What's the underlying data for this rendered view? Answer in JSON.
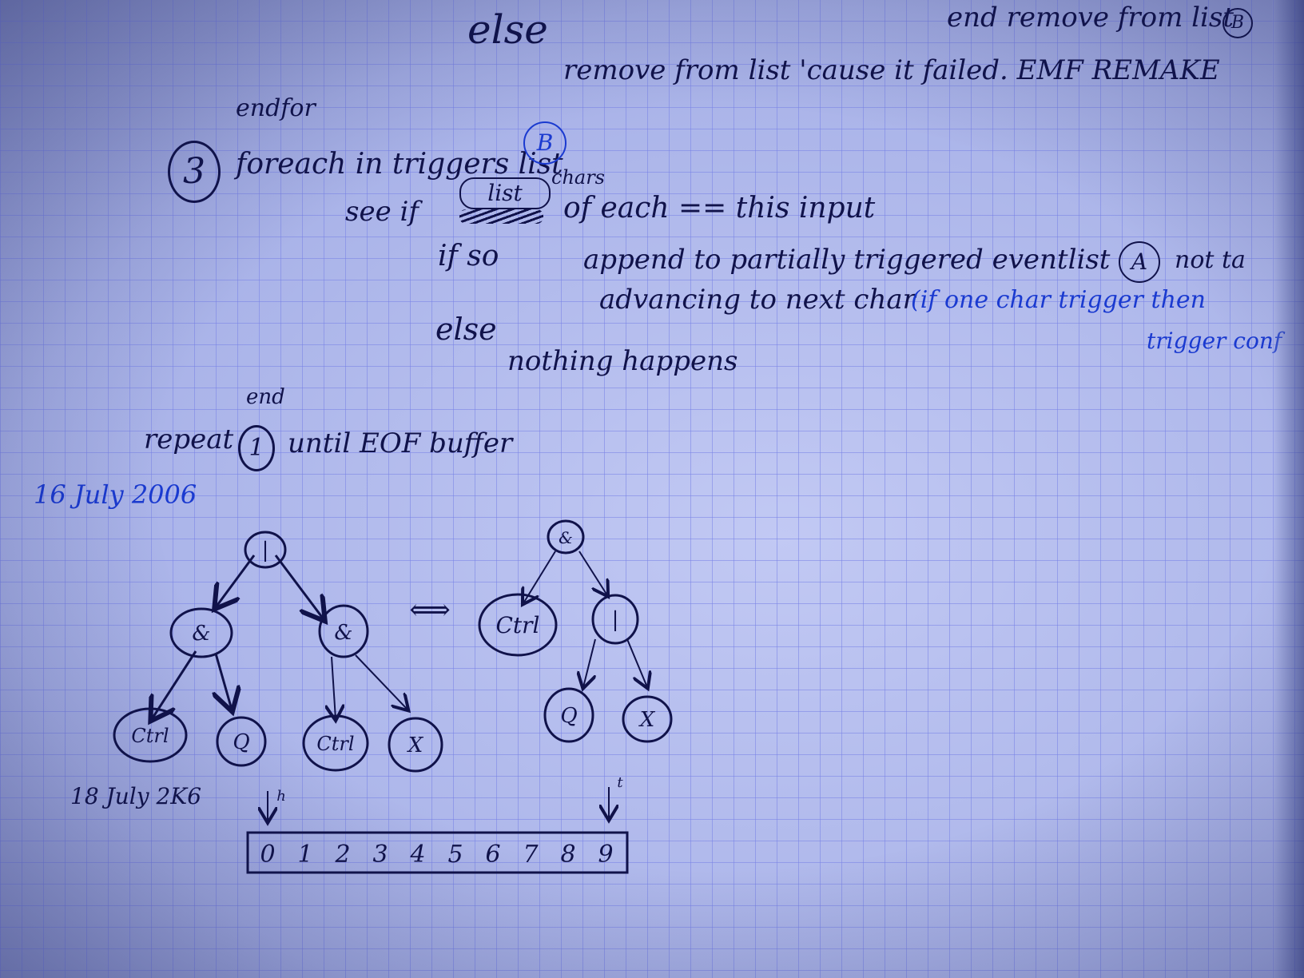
{
  "notes": {
    "top_right": "end remove from list",
    "top_right_mark": "B",
    "else_1": "else",
    "remove_line": "remove from list 'cause it failed. EMF REMAKE",
    "endfor": "endfor",
    "step3_num": "3",
    "foreach_line": "foreach in triggers list",
    "circle_b": "B",
    "chars_word": "chars",
    "list_word": "list",
    "see_if": "see if",
    "of_each_line": "of each == this input",
    "if_so": "if so",
    "append_line": "append to partially triggered eventlist",
    "circle_a": "A",
    "not_text": "not ta",
    "advancing_line": "advancing to next char",
    "blue_note_1": "(if one char trigger then",
    "blue_note_2": "trigger conf",
    "else_2": "else",
    "nothing_line": "nothing happens",
    "end": "end",
    "repeat_word": "repeat",
    "step1_num": "1",
    "until_line": "until EOF buffer",
    "date_1": "16 July 2006",
    "date_2": "18 July 2K6",
    "equivalence": "⟺"
  },
  "tree_left": {
    "root": "|",
    "left": "&",
    "right": "&",
    "ll": "Ctrl",
    "lr": "Q",
    "rl": "Ctrl",
    "rr": "X"
  },
  "tree_right": {
    "root": "&",
    "left": "Ctrl",
    "right": "|",
    "rl": "Q",
    "rr": "X"
  },
  "buffer": {
    "head_label": "h",
    "tail_label": "t",
    "cells": [
      "0",
      "1",
      "2",
      "3",
      "4",
      "5",
      "6",
      "7",
      "8",
      "9"
    ]
  },
  "colors": {
    "paper": "#aeb8ec",
    "grid": "#7882e6",
    "ink": "#10124a",
    "blue_ink": "#1a3ad0"
  }
}
